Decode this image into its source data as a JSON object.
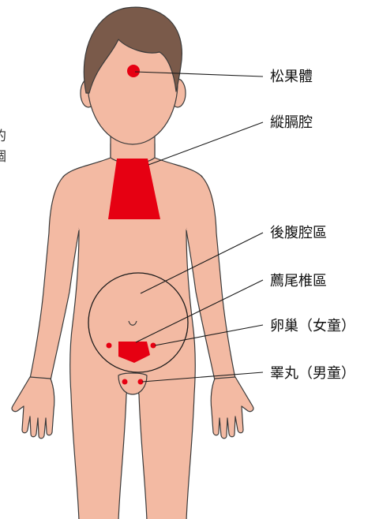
{
  "labels": [
    {
      "id": "pineal",
      "text": "松果體"
    },
    {
      "id": "mediastinum",
      "text": "縱膈腔"
    },
    {
      "id": "retroperitoneal",
      "text": "後腹腔區"
    },
    {
      "id": "sacrococcygeal",
      "text": "薦尾椎區"
    },
    {
      "id": "ovary",
      "text": "卵巢（女童）"
    },
    {
      "id": "testis",
      "text": "睪丸（男童）"
    }
  ],
  "clipped_text": [
    "的",
    "個"
  ],
  "colors": {
    "skin": "#F3BAA3",
    "outline": "#3A3A3A",
    "hair": "#7A5A4A",
    "marker": "#E60012"
  }
}
